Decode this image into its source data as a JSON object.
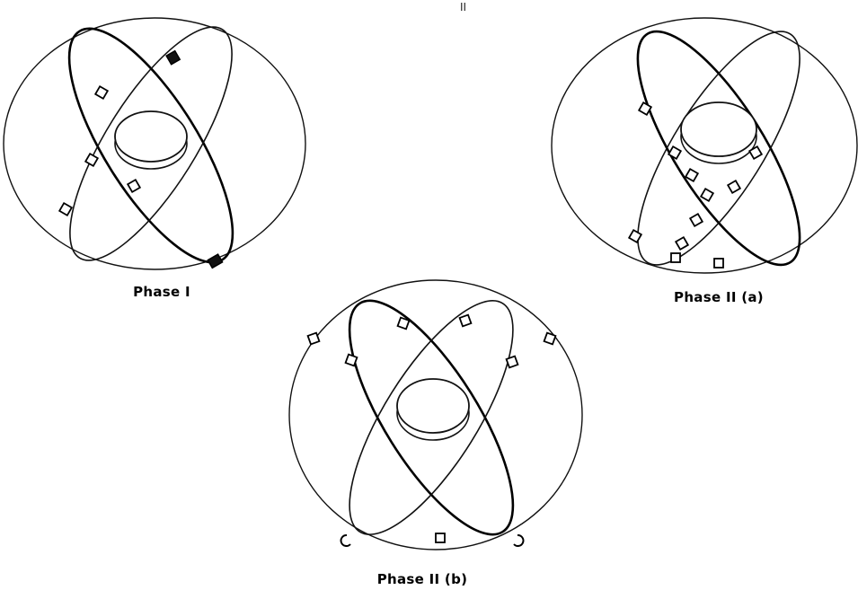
{
  "figure": {
    "panels": [
      {
        "id": "phase-1",
        "caption": "Phase I"
      },
      {
        "id": "phase-2a",
        "caption": "Phase II (a)"
      },
      {
        "id": "phase-2b",
        "caption": "Phase II (b)"
      }
    ],
    "top_mark": "II"
  }
}
